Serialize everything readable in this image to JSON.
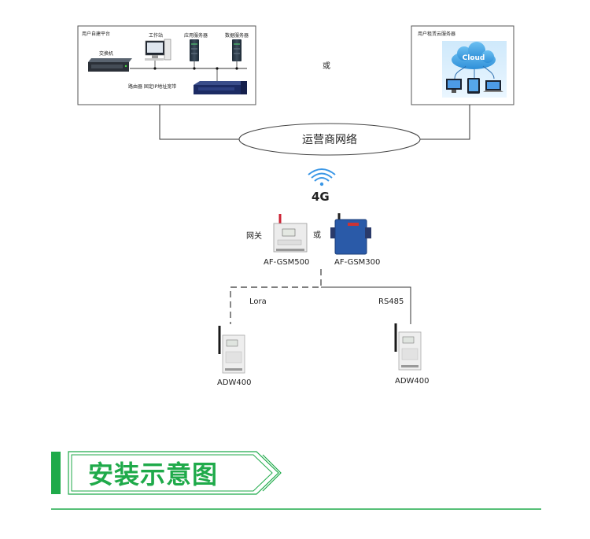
{
  "left_box": {
    "title": "用户自建平台",
    "workstation": "工作站",
    "app_server": "应用服务器",
    "db_server": "数据服务器",
    "switch": "交换机",
    "router": "路由器 固定IP地址宽带"
  },
  "right_box": {
    "title": "用户租赁云服务器",
    "cloud_label": "Cloud"
  },
  "or_top": "或",
  "operator_network": "运营商网络",
  "signal": "4G",
  "gateway": {
    "label": "网关",
    "or": "或",
    "model_a": "AF-GSM500",
    "model_b": "AF-GSM300"
  },
  "links": {
    "lora": "Lora",
    "rs485": "RS485"
  },
  "meters": {
    "left": "ADW400",
    "right": "ADW400"
  },
  "section_title": "安装示意图",
  "colors": {
    "accent_green": "#1faa4a",
    "line_dark": "#333333",
    "cloud_blue": "#4aa8e8",
    "gateway_blue": "#2a5aa8"
  }
}
